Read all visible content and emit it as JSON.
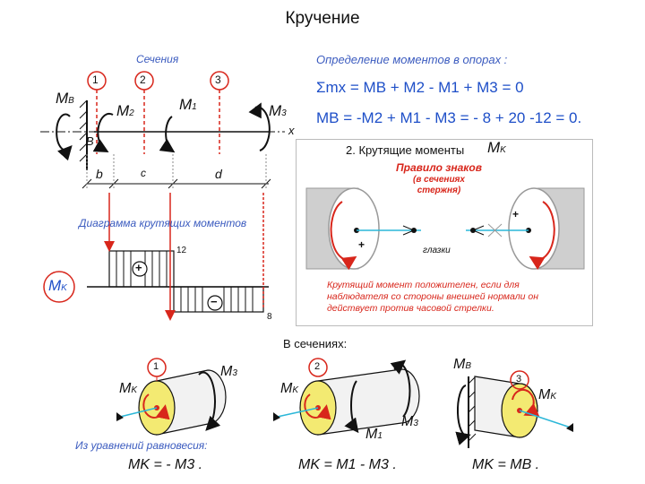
{
  "title": "Кручение",
  "shaft": {
    "sections_label": "Сечения",
    "section_numbers": [
      "3",
      "2",
      "1"
    ],
    "moments": {
      "mb": "M",
      "mb_sub": "B",
      "m2": "M",
      "m2_sub": "2",
      "m1": "M",
      "m1_sub": "1",
      "m3": "M",
      "m3_sub": "3"
    },
    "support_label": "B",
    "axis_label": "x",
    "segments": [
      "b",
      "c",
      "d"
    ]
  },
  "support_moments": {
    "heading": "Определение моментов в опорах :",
    "eq1": "Σmx = MB + M2 - M1 + M3 = 0",
    "eq2": "MB = -M2 + M1 - M3 = - 8 + 20 -12 = 0."
  },
  "torque_diagram": {
    "heading": "Диаграмма крутящих моментов",
    "value_pos": "12",
    "value_neg": "8",
    "plus_sign": "+",
    "minus_sign": "−",
    "mk_label": "M",
    "mk_sub": "K"
  },
  "torques_box": {
    "heading": "2. Крутящие моменты",
    "mk": "M",
    "mk_sub": "K",
    "sign_rule": "Правило знаков",
    "sign_rule_note_1": "(в сечениях",
    "sign_rule_note_2": "стержня)",
    "eyes_label": "глазки",
    "plus_left": "+",
    "plus_right": "+",
    "rule_text_1": "Крутящий момент положителен, если для",
    "rule_text_2": "наблюдателя со стороны внешней нормали он",
    "rule_text_3": "действует против часовой стрелки."
  },
  "in_sections": {
    "heading": "В сечениях:",
    "equilibrium_label": "Из уравнений равновесия:",
    "section1": {
      "num": "1",
      "mk": "M",
      "mk_sub": "K",
      "m3": "M",
      "m3_sub": "3",
      "formula": "MK = - M3 ."
    },
    "section2": {
      "num": "2",
      "mk": "M",
      "mk_sub": "K",
      "m1": "M",
      "m1_sub": "1",
      "m3": "M",
      "m3_sub": "3",
      "formula": "MK = M1 - M3 ."
    },
    "section3": {
      "num": "3",
      "mb": "M",
      "mb_sub": "B",
      "mk": "M",
      "mk_sub": "K",
      "formula": "MK = MB ."
    }
  },
  "colors": {
    "blue": "#1e4fc8",
    "red": "#d8261b",
    "yellow": "#f3ea72",
    "gray": "#cfcfcf",
    "cyan": "#2bb7d8"
  }
}
